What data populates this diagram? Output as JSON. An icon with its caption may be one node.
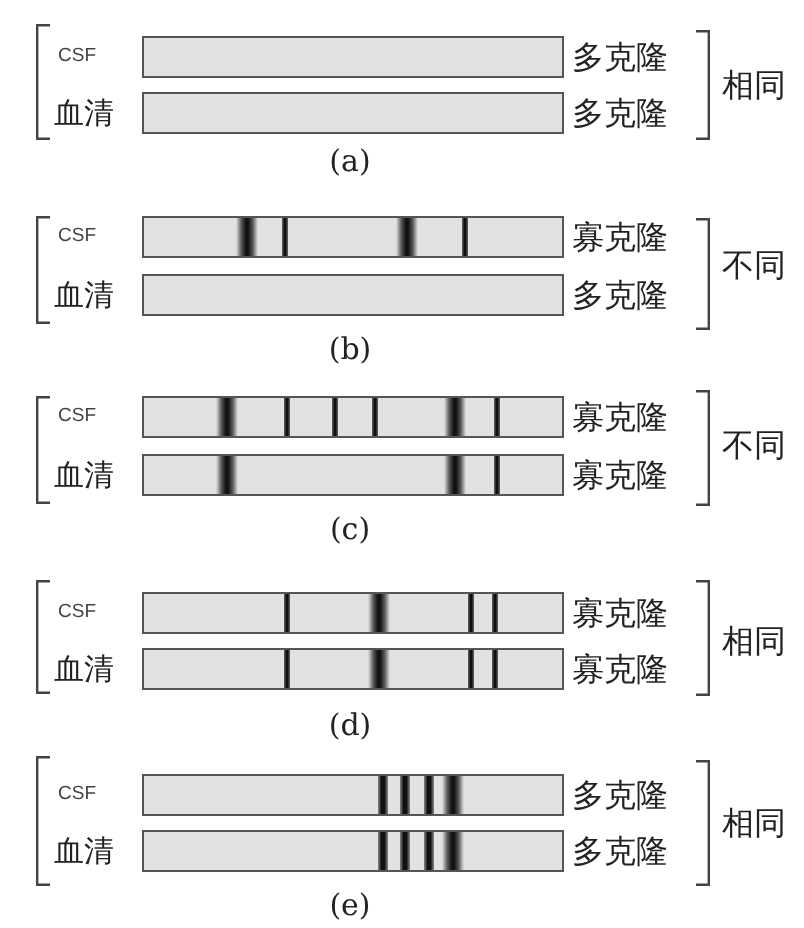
{
  "diagram": {
    "labels": [
      "CSF",
      "多克隆",
      "相同",
      "血清",
      "多克隆",
      "(a)",
      "CSF",
      "寡克隆",
      "不同",
      "血清",
      "多克隆",
      "(b)",
      "CSF",
      "寡克隆",
      "不同",
      "血清",
      "寡克隆",
      "(c)",
      "CSF",
      "寡克隆",
      "相同",
      "血清",
      "寡克隆",
      "(d)",
      "CSF",
      "多克隆",
      "相同",
      "血清",
      "多克隆",
      "(e)"
    ]
  }
}
